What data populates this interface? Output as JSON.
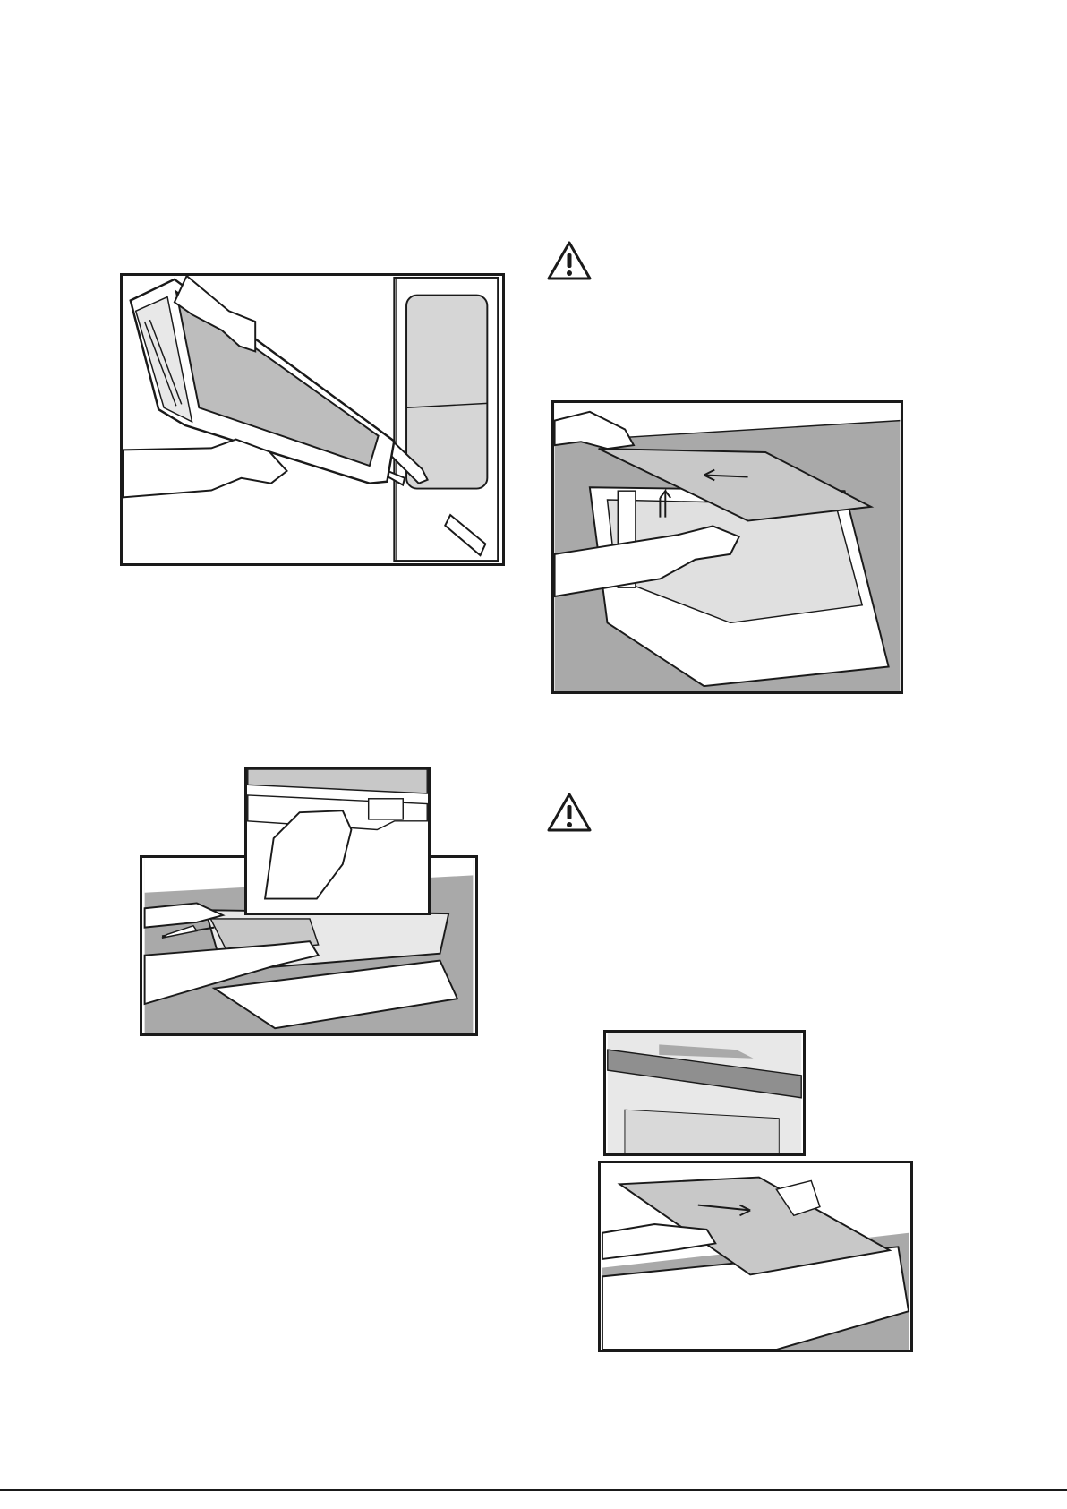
{
  "page": {
    "footer": {
      "page_mark": ""
    }
  },
  "warnings": [
    {
      "id": "warning-1",
      "icon": "warning-triangle-icon"
    },
    {
      "id": "warning-2",
      "icon": "warning-triangle-icon"
    }
  ],
  "figures": [
    {
      "id": "fig-lift-door-off",
      "icon": "oven-door-removal-illustration"
    },
    {
      "id": "fig-remove-glass-panel",
      "icon": "glass-panel-lift-illustration"
    },
    {
      "id": "fig-release-clip",
      "icon": "door-clip-release-illustration"
    },
    {
      "id": "fig-insert-glass-panel",
      "icon": "glass-panel-insert-illustration"
    }
  ],
  "colors": {
    "line": "#1a1a1a",
    "shade": "#a9a9a9",
    "glass": "#c8c8c8",
    "paper": "#ffffff"
  }
}
